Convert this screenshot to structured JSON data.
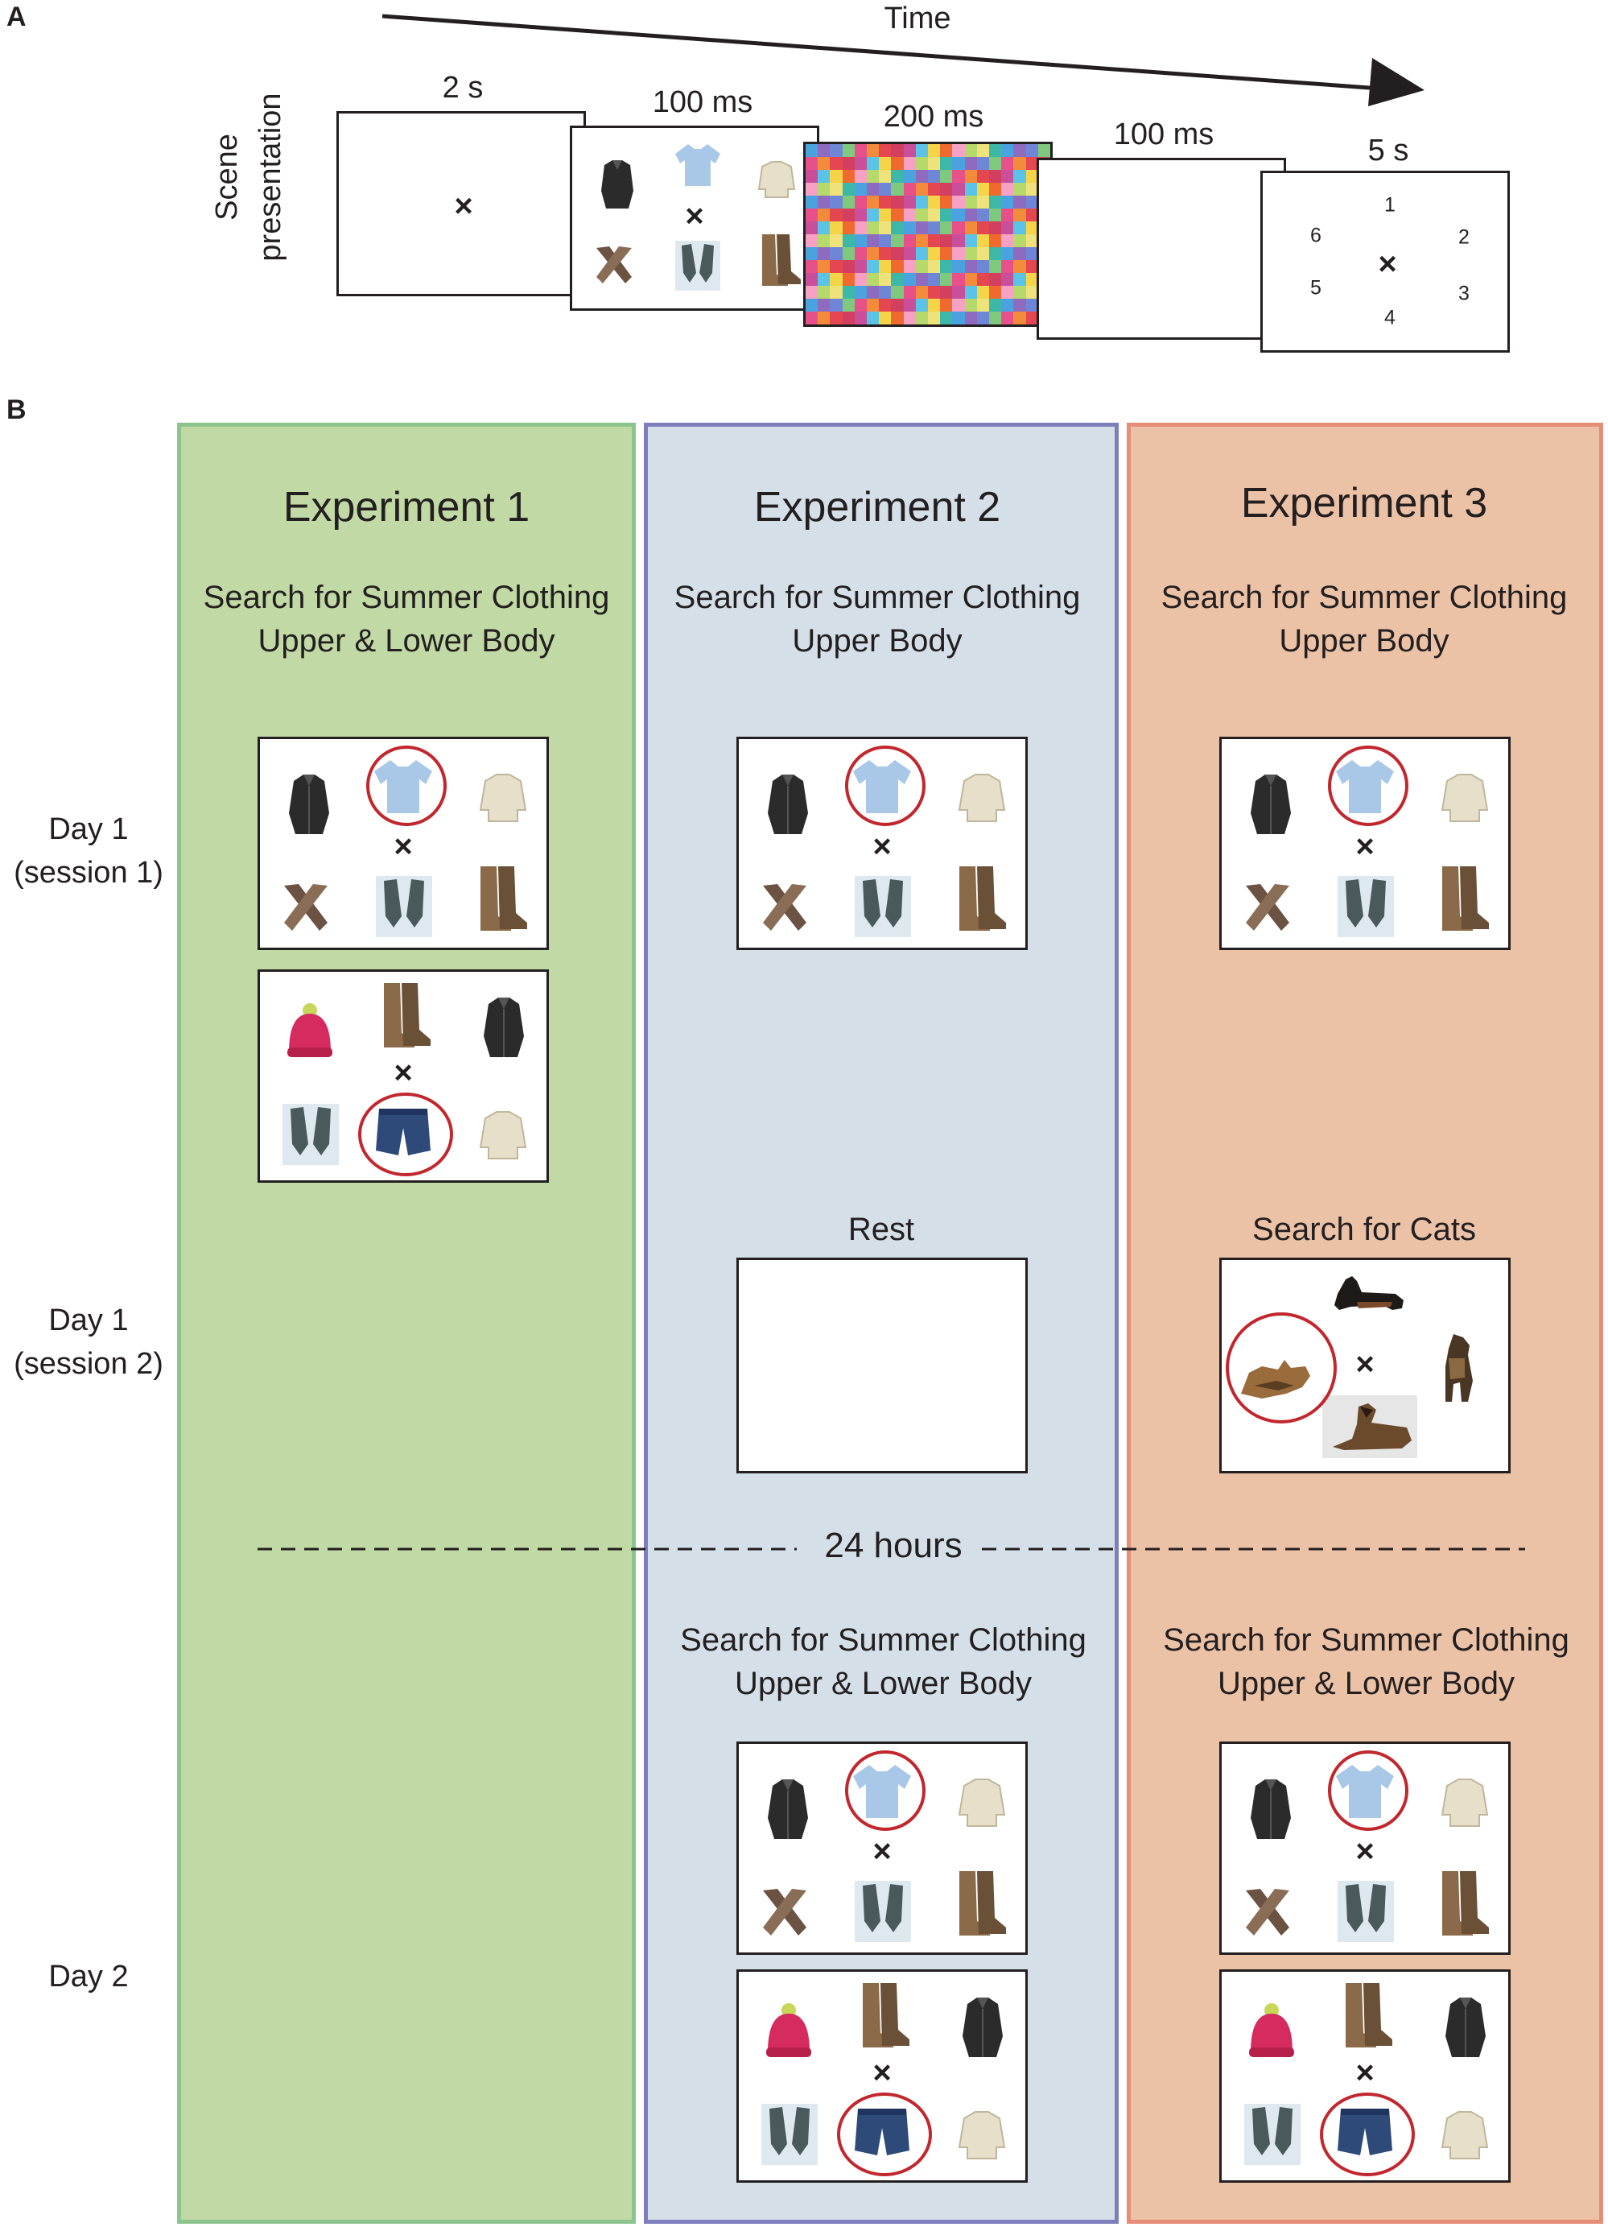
{
  "panel_a": {
    "letter": "A",
    "time_label": "Time",
    "side_label_1": "Scene",
    "side_label_2": "presentation",
    "frames": [
      {
        "duration": "2 s"
      },
      {
        "duration": "100 ms"
      },
      {
        "duration": "200 ms"
      },
      {
        "duration": "100 ms"
      },
      {
        "duration": "5 s"
      }
    ],
    "fixation": "×",
    "locations": [
      "1",
      "2",
      "3",
      "4",
      "5",
      "6"
    ]
  },
  "panel_b": {
    "letter": "B",
    "colors": {
      "exp1": "#c1d9a4",
      "exp1_border": "#8cc48d",
      "exp2": "#d5dfe8",
      "exp2_border": "#7d7fbd",
      "exp3": "#ecc2a6",
      "exp3_border": "#e58d77",
      "target_circle": "#c1272d"
    },
    "experiments": [
      {
        "title": "Experiment 1",
        "task_line1": "Search for Summer Clothing",
        "task_line2": "Upper & Lower Body"
      },
      {
        "title": "Experiment 2",
        "task_line1": "Search for Summer Clothing",
        "task_line2": "Upper Body"
      },
      {
        "title": "Experiment 3",
        "task_line1": "Search for Summer Clothing",
        "task_line2": "Upper Body"
      }
    ],
    "rows": {
      "day1s1_line1": "Day 1",
      "day1s1_line2": "(session 1)",
      "day1s2_line1": "Day 1",
      "day1s2_line2": "(session 2)",
      "day2": "Day 2"
    },
    "rest_label": "Rest",
    "cats_label": "Search for Cats",
    "gap_label": "24 hours",
    "day2_task": {
      "line1": "Search for Summer Clothing",
      "line2": "Upper & Lower Body"
    },
    "fixation": "×",
    "icons": [
      "jacket-icon",
      "tshirt-icon",
      "sweater-icon",
      "scarf-icon",
      "mittens-icon",
      "boots-icon",
      "hat-icon",
      "shorts-icon",
      "cat-icon",
      "dog-icon"
    ]
  }
}
